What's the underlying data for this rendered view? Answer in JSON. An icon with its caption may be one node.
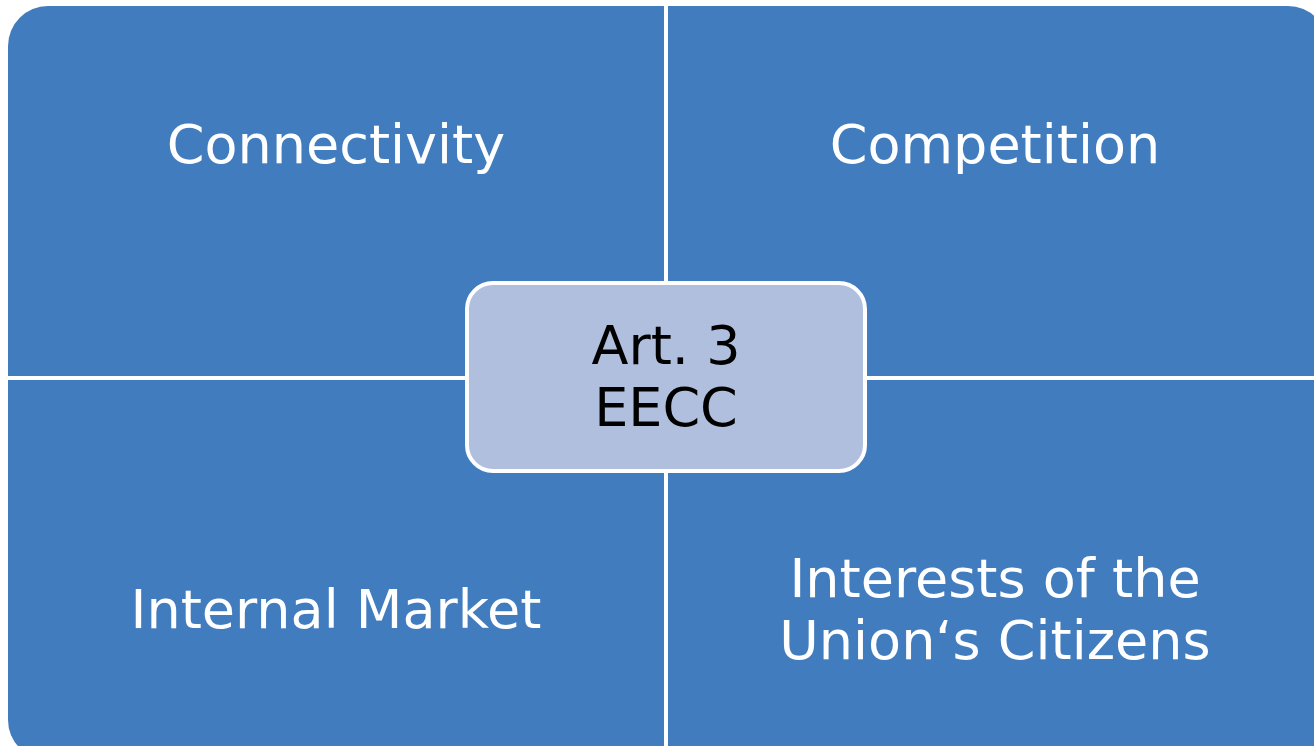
{
  "diagram": {
    "nodes": [
      {
        "text": [
          "Connectivity"
        ]
      },
      {
        "text": [
          "Competition"
        ]
      },
      {
        "text": [
          "Art. 3 EECC"
        ]
      },
      {
        "text": [
          "Internal Market"
        ]
      },
      {
        "text": [
          "Interests of the Union‘s Citizens"
        ]
      }
    ]
  }
}
